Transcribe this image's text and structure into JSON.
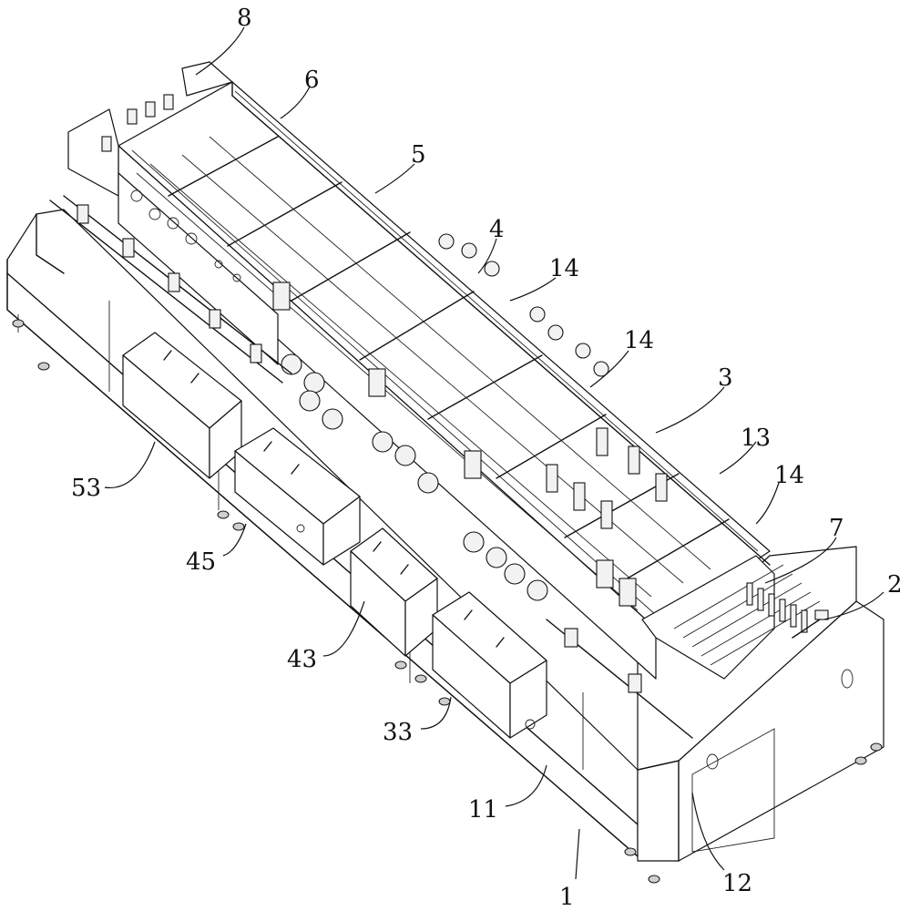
{
  "labels": {
    "l8": "8",
    "l6": "6",
    "l5": "5",
    "l4": "4",
    "l14a": "14",
    "l14b": "14",
    "l3": "3",
    "l13": "13",
    "l14c": "14",
    "l7": "7",
    "l2": "2",
    "l53": "53",
    "l45": "45",
    "l43": "43",
    "l33": "33",
    "l11": "11",
    "l1": "1",
    "l12": "12"
  }
}
